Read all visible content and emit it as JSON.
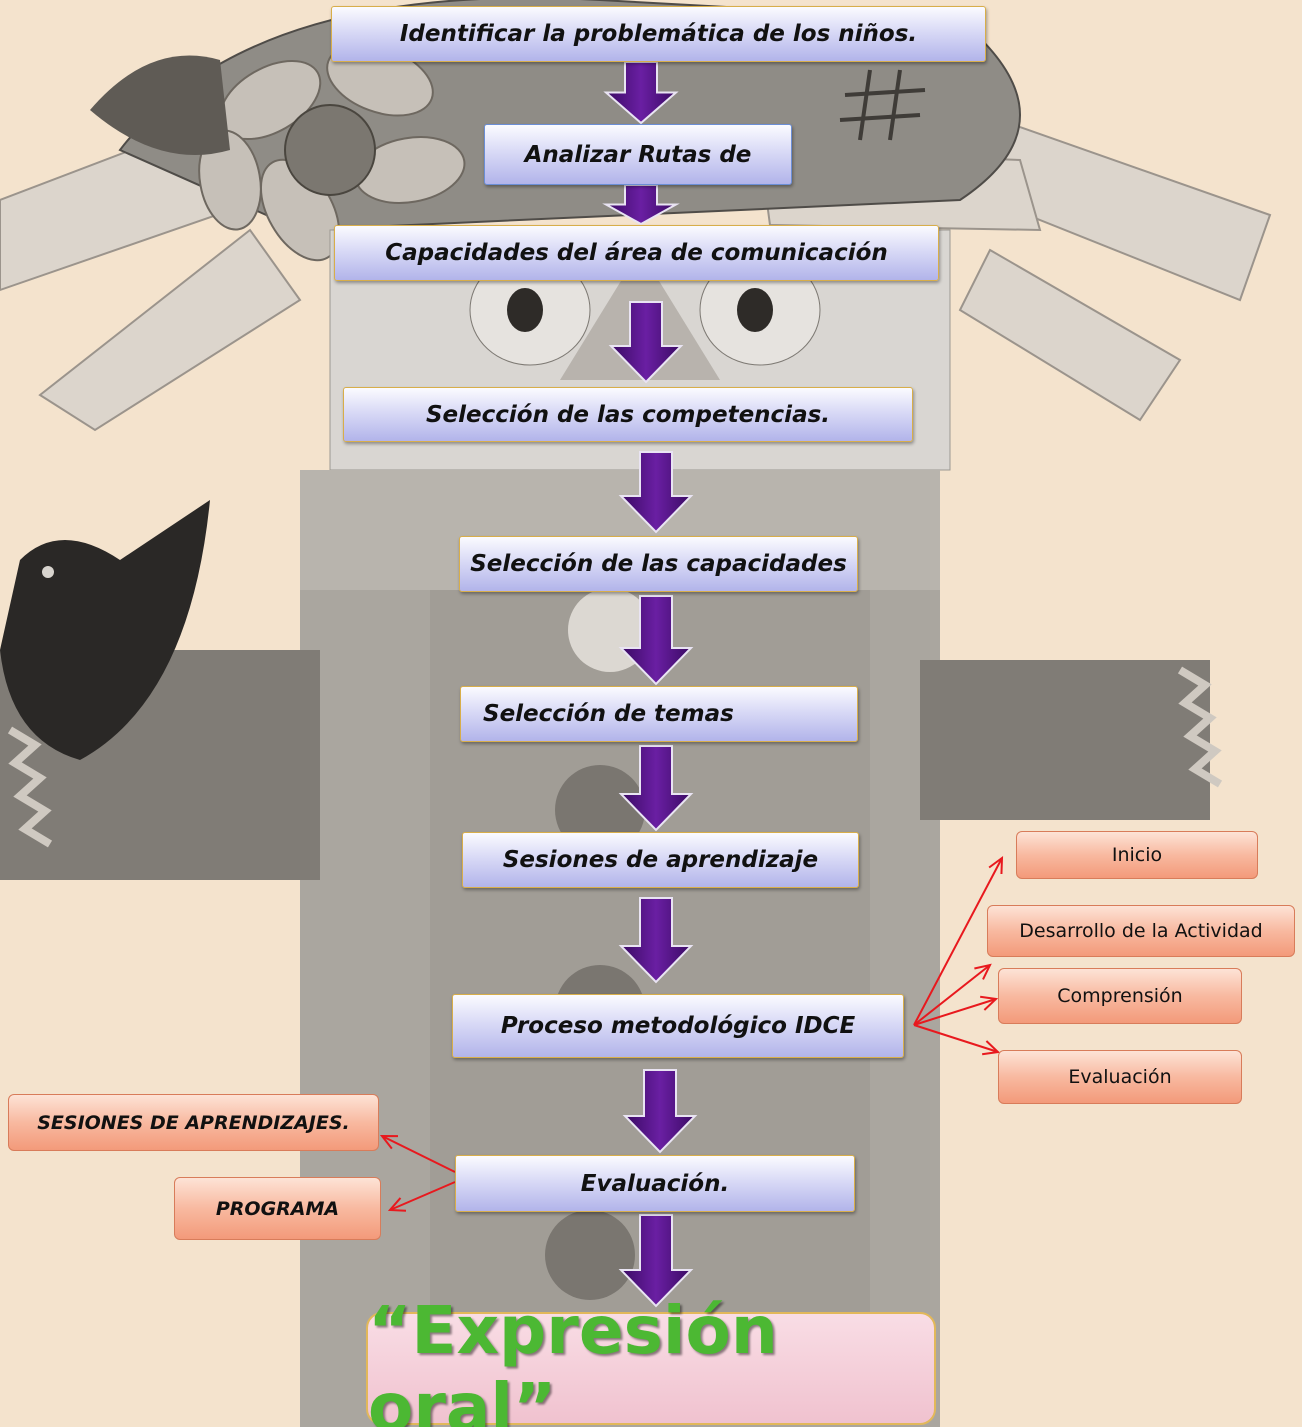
{
  "steps": [
    "Identificar la problemática de los niños.",
    "Analizar Rutas de",
    "Capacidades del área de comunicación",
    "Selección de las competencias.",
    "Selección de las capacidades",
    "Selección de temas",
    "Sesiones de aprendizaje",
    "Proceso metodológico IDCE",
    "Evaluación."
  ],
  "idce_branches": [
    "Inicio",
    "Desarrollo de la Actividad",
    "Comprensión",
    "Evaluación"
  ],
  "evaluation_branches": [
    "SESIONES DE APRENDIZAJES.",
    "PROGRAMA"
  ],
  "result": "“Expresión oral”",
  "colors": {
    "step_box": "#c9caf2",
    "step_border": "#d8ae4a",
    "branch_box": "#f8b39a",
    "flow_arrow": "#4b0f7a",
    "branch_arrow": "#e8191e",
    "result_text": "#4cb833",
    "result_box": "#f4cdd8",
    "background": "#f4e3cd"
  }
}
